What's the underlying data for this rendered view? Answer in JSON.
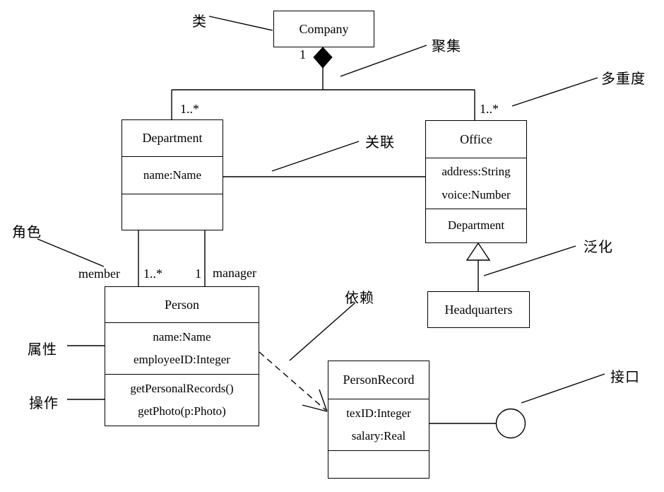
{
  "diagram": {
    "title_hint": "UML class diagram example (Company structure)",
    "colors": {
      "line": "#000000",
      "background": "#ffffff",
      "diamond_fill": "#000000",
      "shape_fill": "#ffffff"
    },
    "classes": {
      "company": {
        "name": "Company"
      },
      "department": {
        "name": "Department",
        "attributes": [
          "name:Name"
        ]
      },
      "office": {
        "name": "Office",
        "attributes": [
          "address:String",
          "voice:Number"
        ],
        "operations": [
          "Department"
        ]
      },
      "person": {
        "name": "Person",
        "attributes": [
          "name:Name",
          "employeeID:Integer"
        ],
        "operations": [
          "getPersonalRecords()",
          "getPhoto(p:Photo)"
        ]
      },
      "person_record": {
        "name": "PersonRecord",
        "attributes": [
          "texID:Integer",
          "salary:Real"
        ]
      },
      "headquarters": {
        "name": "Headquarters"
      }
    },
    "annotations": {
      "class_label": "类",
      "aggregation": "聚集",
      "multiplicity": "多重度",
      "association": "关联",
      "generalization": "泛化",
      "role": "角色",
      "attribute": "属性",
      "operation": "操作",
      "dependency": "依赖",
      "interface": "接口"
    },
    "multiplicities": {
      "company_side": "1",
      "department_side": "1..*",
      "office_side": "1..*",
      "member_side": "1..*",
      "manager_side": "1"
    },
    "roles": {
      "member": "member",
      "manager": "manager"
    }
  }
}
